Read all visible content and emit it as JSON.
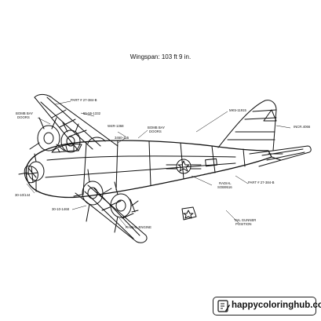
{
  "header": {
    "wingspan": "Wingspan: 103 ft 9 in."
  },
  "callouts": {
    "part_left": "PART # 27-384-B",
    "bomb_bay_doors_left_1": "BOMB BAY",
    "bomb_bay_doors_left_2": "DOORS",
    "code_a": "55-55-1332",
    "code_b": "W4R-1368",
    "bomb_bay_doors_mid_1": "BOMB BAY",
    "bomb_bay_doors_mid_2": "DOORS",
    "code_c": "3460-155",
    "code_d": "MK5-11915",
    "code_e": "INCR.4066",
    "code_f": "30-10/144",
    "radial_1": "RADIAL",
    "radial_2": "SOB9516",
    "part_right": "PART # 27-384-B",
    "code_g": "30-10-1468",
    "tail_gunner_1": "TAIL GUNNER",
    "tail_gunner_2": "POSITION",
    "radial_engine": "RADIAL ENGINE"
  },
  "footer": {
    "brand": "happycoloringhub.com"
  },
  "icons": {
    "brand_icon": "coloring-page-icon"
  },
  "colors": {
    "ink": "#111111",
    "background": "#ffffff",
    "frame": "#222222"
  }
}
